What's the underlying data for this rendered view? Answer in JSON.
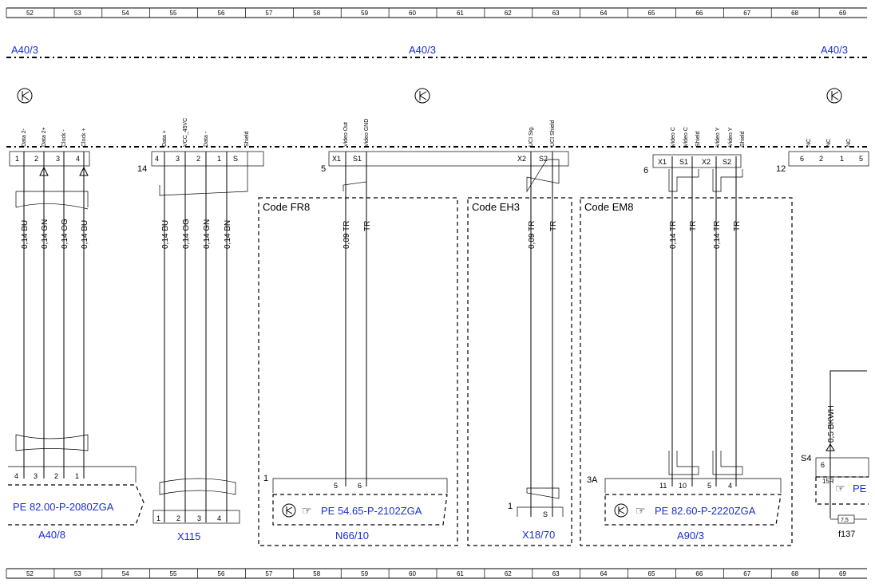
{
  "ruler": [
    "52",
    "53",
    "54",
    "55",
    "56",
    "57",
    "58",
    "59",
    "60",
    "61",
    "62",
    "63",
    "64",
    "65",
    "66",
    "67",
    "68",
    "69"
  ],
  "headers": [
    "A40/3",
    "A40/3",
    "A40/3"
  ],
  "connector14": {
    "num": "14",
    "pins": [
      {
        "sig": "Data 2-",
        "pin": "1"
      },
      {
        "sig": "Data 2+",
        "pin": "2"
      },
      {
        "sig": "Clock -",
        "pin": "3"
      },
      {
        "sig": "Clock +",
        "pin": "4"
      },
      {
        "sig": "Data +",
        "pin": "4"
      },
      {
        "sig": "VCC_45VC",
        "pin": "3"
      },
      {
        "sig": "Data -",
        "pin": "2"
      },
      {
        "sig": "",
        "pin": "1"
      },
      {
        "sig": "Shield",
        "pin": "S"
      }
    ]
  },
  "connector5": {
    "num": "5",
    "pins": [
      {
        "sig": "Video Out",
        "pin": "X1"
      },
      {
        "sig": "Video GND",
        "pin": "S1"
      },
      {
        "sig": "UCI Sig.",
        "pin": "X2"
      },
      {
        "sig": "UCI Shield",
        "pin": "S2"
      }
    ]
  },
  "connector6": {
    "num": "6",
    "pins": [
      {
        "sig": "Video C",
        "pin": "X1"
      },
      {
        "sig": "Video C",
        "pin": ""
      },
      {
        "sig": "Shield",
        "pin": "S1"
      },
      {
        "sig": "Video Y",
        "pin": "X2"
      },
      {
        "sig": "Video Y",
        "pin": ""
      },
      {
        "sig": "Shield",
        "pin": "S2"
      }
    ]
  },
  "connector12": {
    "num": "12",
    "pins": [
      {
        "sig": "NC",
        "pin": "6"
      },
      {
        "sig": "NC",
        "pin": "2"
      },
      {
        "sig": "NC",
        "pin": "1"
      },
      {
        "sig": "",
        "pin": "5"
      }
    ]
  },
  "wires": [
    "0,14 BU",
    "0,14 GN",
    "0,14 OG",
    "0,14 BU",
    "0,14 BU",
    "0,14 OG",
    "0,14 GN",
    "0,14 BN",
    "0,09 TR",
    "TR",
    "0,09 TR",
    "TR",
    "0,14 TR",
    "TR",
    "0,14 TR",
    "TR",
    "0,5 BKWH"
  ],
  "codes": [
    "Code FR8",
    "Code EH3",
    "Code EM8"
  ],
  "components": [
    {
      "name": "A40/8",
      "pe": "PE 82.00-P-2080ZGA",
      "pins": [
        "4",
        "3",
        "2",
        "1"
      ]
    },
    {
      "name": "X115",
      "pins": [
        "1",
        "2",
        "3",
        "4"
      ]
    },
    {
      "name": "N66/10",
      "pe": "PE 54.65-P-2102ZGA",
      "num": "1",
      "pins": [
        "5",
        "6"
      ]
    },
    {
      "name": "X18/70",
      "num": "1",
      "pins": [
        "S"
      ]
    },
    {
      "name": "A90/3",
      "pe": "PE 82.60-P-2220ZGA",
      "num": "3A",
      "pins": [
        "11",
        "10",
        "5",
        "4"
      ]
    },
    {
      "name": "f137",
      "pe": "PE",
      "num": "S4",
      "pins": [
        "6",
        "15R",
        "7,5"
      ]
    }
  ]
}
